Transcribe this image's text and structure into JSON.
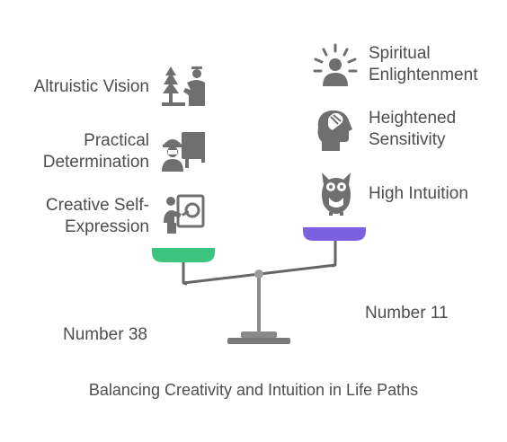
{
  "left": {
    "name": "Number 38",
    "traits": [
      "Altruistic Vision",
      "Practical Determination",
      "Creative Self-Expression"
    ],
    "trait_lines": [
      [
        "Altruistic Vision"
      ],
      [
        "Practical",
        "Determination"
      ],
      [
        "Creative Self-",
        "Expression"
      ]
    ],
    "pan_color": "#3ec47e",
    "icons": [
      "tree-person-icon",
      "worker-screen-icon",
      "artist-palette-icon"
    ]
  },
  "right": {
    "name": "Number 11",
    "traits": [
      "Spiritual Enlightenment",
      "Heightened Sensitivity",
      "High Intuition"
    ],
    "trait_lines": [
      [
        "Spiritual",
        "Enlightenment"
      ],
      [
        "Heightened",
        "Sensitivity"
      ],
      [
        "High Intuition"
      ]
    ],
    "pan_color": "#7b61e0",
    "icons": [
      "radiant-person-icon",
      "head-hand-icon",
      "owl-icon"
    ]
  },
  "caption": "Balancing Creativity and Intuition in Life Paths",
  "colors": {
    "icon": "#6f6f6f",
    "beam": "#666666",
    "text": "#4d4d4d"
  }
}
